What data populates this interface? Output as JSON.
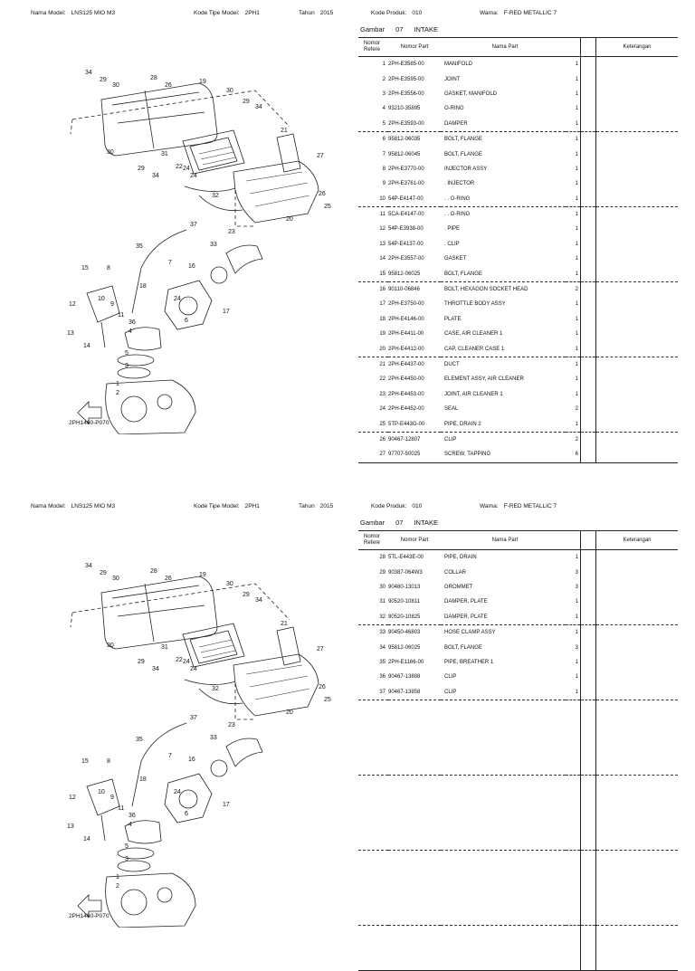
{
  "header": {
    "model_label": "Nama Model:",
    "model_value": "LNS125 MIO M3",
    "kode_label": "Kode Tipe Model:",
    "kode_value": "2PH1",
    "tahun_label": "Tahun",
    "tahun_value": "2015",
    "produk_label": "Kode Produk:",
    "produk_value": "010",
    "warna_label": "Warna:",
    "warna_value": "F-RED METALLIC 7"
  },
  "section": {
    "gambar_label": "Gambar",
    "gambar_no": "07",
    "gambar_title": "INTAKE"
  },
  "table_headers": {
    "ref": "Nomor Refere",
    "part": "Nomor Part",
    "name": "Nama Part",
    "ket": "Keterangan"
  },
  "figure_code": "2PH1460-P070",
  "callouts": [
    "34",
    "29",
    "30",
    "28",
    "26",
    "19",
    "30",
    "29",
    "34",
    "21",
    "30",
    "27",
    "29",
    "31",
    "24",
    "34",
    "22",
    "24",
    "32",
    "26",
    "25",
    "20",
    "37",
    "35",
    "23",
    "33",
    "7",
    "15",
    "8",
    "16",
    "10",
    "18",
    "24",
    "12",
    "9",
    "17",
    "36",
    "11",
    "6",
    "13",
    "4",
    "14",
    "3",
    "5",
    "1",
    "2"
  ],
  "page1_parts": [
    {
      "no": "1",
      "part": "2PH-E3585-00",
      "name": "MANIFOLD",
      "qty": "1"
    },
    {
      "no": "2",
      "part": "2PH-E3595-00",
      "name": "JOINT",
      "qty": "1"
    },
    {
      "no": "3",
      "part": "2PH-E3556-00",
      "name": "GASKET, MANIFOLD",
      "qty": "1"
    },
    {
      "no": "4",
      "part": "93210-35895",
      "name": "O-RING",
      "qty": "1"
    },
    {
      "no": "5",
      "part": "2PH-E3593-00",
      "name": "DAMPER",
      "qty": "1"
    },
    {
      "no": "6",
      "part": "95812-06035",
      "name": "BOLT, FLANGE",
      "qty": "1"
    },
    {
      "no": "7",
      "part": "95812-06045",
      "name": "BOLT, FLANGE",
      "qty": "1"
    },
    {
      "no": "8",
      "part": "2PH-E3770-00",
      "name": "INJECTOR ASSY",
      "qty": "1"
    },
    {
      "no": "9",
      "part": "2PH-E3761-00",
      "name": ". INJECTOR",
      "qty": "1"
    },
    {
      "no": "10",
      "part": "54P-E4147-00",
      "name": ". . O-RING",
      "qty": "1"
    },
    {
      "no": "11",
      "part": "5CA-E4147-00",
      "name": ". . O-RING",
      "qty": "1"
    },
    {
      "no": "12",
      "part": "54P-E3938-00",
      "name": ". PIPE",
      "qty": "1"
    },
    {
      "no": "13",
      "part": "54P-E4137-00",
      "name": ". CLIP",
      "qty": "1"
    },
    {
      "no": "14",
      "part": "2PH-E3557-00",
      "name": "GASKET",
      "qty": "1"
    },
    {
      "no": "15",
      "part": "95812-06025",
      "name": "BOLT, FLANGE",
      "qty": "1"
    },
    {
      "no": "16",
      "part": "90110-06846",
      "name": "BOLT, HEXAGON SOCKET HEAD",
      "qty": "2"
    },
    {
      "no": "17",
      "part": "2PH-E3750-00",
      "name": "THROTTLE BODY ASSY",
      "qty": "1"
    },
    {
      "no": "18",
      "part": "2PH-E4146-00",
      "name": "PLATE",
      "qty": "1"
    },
    {
      "no": "19",
      "part": "2PH-E4411-00",
      "name": "CASE, AIR CLEANER 1",
      "qty": "1"
    },
    {
      "no": "20",
      "part": "2PH-E4412-00",
      "name": "CAP, CLEANER CASE 1",
      "qty": "1"
    },
    {
      "no": "21",
      "part": "2PH-E4437-00",
      "name": "DUCT",
      "qty": "1"
    },
    {
      "no": "22",
      "part": "2PH-E4450-00",
      "name": "ELEMENT ASSY, AIR CLEANER",
      "qty": "1"
    },
    {
      "no": "23",
      "part": "2PH-E4453-00",
      "name": "JOINT, AIR CLEANER 1",
      "qty": "1"
    },
    {
      "no": "24",
      "part": "2PH-E4452-00",
      "name": "SEAL",
      "qty": "2"
    },
    {
      "no": "25",
      "part": "5TP-E443G-00",
      "name": "PIPE, DRAIN 2",
      "qty": "1"
    },
    {
      "no": "26",
      "part": "90467-12807",
      "name": "CLIP",
      "qty": "2"
    },
    {
      "no": "27",
      "part": "97707-50025",
      "name": "SCREW, TAPPING",
      "qty": "6"
    }
  ],
  "page2_parts": [
    {
      "no": "28",
      "part": "5TL-E443E-00",
      "name": "PIPE, DRAIN",
      "qty": "1"
    },
    {
      "no": "29",
      "part": "90387-064W3",
      "name": "COLLAR",
      "qty": "3"
    },
    {
      "no": "30",
      "part": "90480-13013",
      "name": "GROMMET",
      "qty": "3"
    },
    {
      "no": "31",
      "part": "90520-10811",
      "name": "DAMPER, PLATE",
      "qty": "1"
    },
    {
      "no": "32",
      "part": "90520-10825",
      "name": "DAMPER, PLATE",
      "qty": "1"
    },
    {
      "no": "33",
      "part": "90450-46803",
      "name": "HOSE CLAMP ASSY",
      "qty": "1"
    },
    {
      "no": "34",
      "part": "95812-06025",
      "name": "BOLT, FLANGE",
      "qty": "3"
    },
    {
      "no": "35",
      "part": "2PH-E1166-00",
      "name": "PIPE, BREATHER 1",
      "qty": "1"
    },
    {
      "no": "36",
      "part": "90467-13808",
      "name": "CLIP",
      "qty": "1"
    },
    {
      "no": "37",
      "part": "90467-13858",
      "name": "CLIP",
      "qty": "1"
    },
    {
      "no": "",
      "part": "",
      "name": "",
      "qty": ""
    },
    {
      "no": "",
      "part": "",
      "name": "",
      "qty": ""
    },
    {
      "no": "",
      "part": "",
      "name": "",
      "qty": ""
    },
    {
      "no": "",
      "part": "",
      "name": "",
      "qty": ""
    },
    {
      "no": "",
      "part": "",
      "name": "",
      "qty": ""
    },
    {
      "no": "",
      "part": "",
      "name": "",
      "qty": ""
    },
    {
      "no": "",
      "part": "",
      "name": "",
      "qty": ""
    },
    {
      "no": "",
      "part": "",
      "name": "",
      "qty": ""
    },
    {
      "no": "",
      "part": "",
      "name": "",
      "qty": ""
    },
    {
      "no": "",
      "part": "",
      "name": "",
      "qty": ""
    },
    {
      "no": "",
      "part": "",
      "name": "",
      "qty": ""
    },
    {
      "no": "",
      "part": "",
      "name": "",
      "qty": ""
    },
    {
      "no": "",
      "part": "",
      "name": "",
      "qty": ""
    },
    {
      "no": "",
      "part": "",
      "name": "",
      "qty": ""
    },
    {
      "no": "",
      "part": "",
      "name": "",
      "qty": ""
    },
    {
      "no": "",
      "part": "",
      "name": "",
      "qty": ""
    },
    {
      "no": "",
      "part": "",
      "name": "",
      "qty": ""
    },
    {
      "no": "",
      "part": "",
      "name": "",
      "qty": ""
    }
  ]
}
